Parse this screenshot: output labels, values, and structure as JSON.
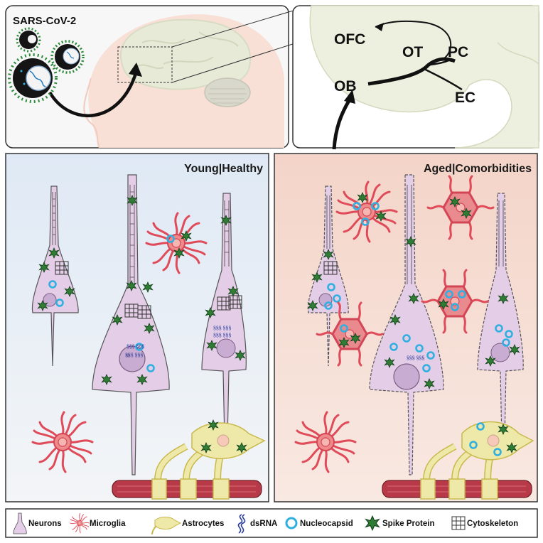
{
  "top_left": {
    "virus_label": "SARS-CoV-2"
  },
  "top_right": {
    "regions": {
      "ofc": "OFC",
      "ot": "OT",
      "pc": "PC",
      "ob": "OB",
      "ec": "EC"
    }
  },
  "panels": {
    "young": {
      "label": "Young|Healthy",
      "background": "#e6eef7"
    },
    "aged": {
      "label": "Aged|Comorbidities",
      "background": "#f6d9cf"
    }
  },
  "legend": {
    "items": [
      {
        "label": "Neurons",
        "icon": "neuron-icon"
      },
      {
        "label": "Microglia",
        "icon": "microglia-icon"
      },
      {
        "label": "Astrocytes",
        "icon": "astrocyte-icon"
      },
      {
        "label": "dsRNA",
        "icon": "dsrna-icon"
      },
      {
        "label": "Nucleocapsid",
        "icon": "nucleocapsid-icon"
      },
      {
        "label": "Spike Protein",
        "icon": "spike-protein-icon"
      },
      {
        "label": "Cytoskeleton",
        "icon": "cytoskeleton-icon"
      }
    ]
  },
  "colors": {
    "neuron": "#e4cde6",
    "microglia": "#e04b5a",
    "astrocyte": "#efe9a9",
    "nucleocapsid": "#34b3e2",
    "spike": "#2f8a3c",
    "vessel": "#b83a48"
  }
}
